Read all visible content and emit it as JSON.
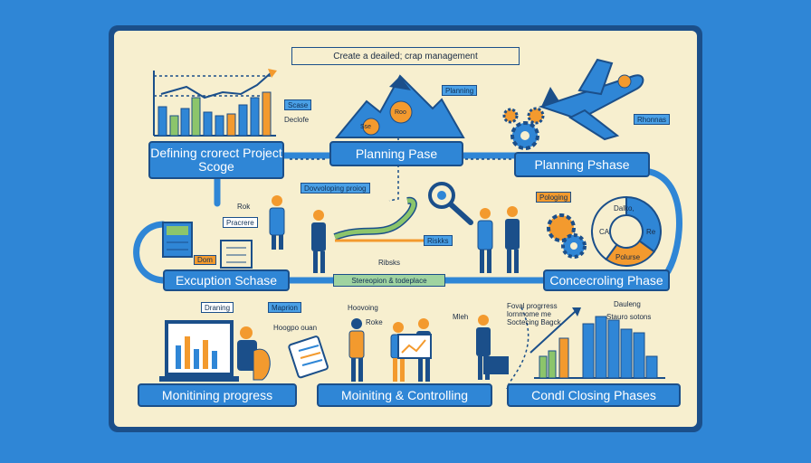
{
  "title": "Create a deailed; crap management",
  "phases": {
    "defining": "Defining crorect Project Scoge",
    "planning_pase": "Planning Pase",
    "planning_pshase": "Planning Pshase",
    "execution": "Excuption Schase",
    "concrolling": "Concecroling Phase",
    "monitoring_progress": "Monitining progress",
    "monitoring_controlling": "Moiniting & Controlling",
    "closing": "Condl Closing Phases"
  },
  "tags": {
    "scase": "Scase",
    "declofe": "Declofe",
    "planning": "Planning",
    "rhonnas": "Rhonnas",
    "developing": "Dovvoloping proiog",
    "rok": "Rok",
    "pracrere": "Pracrere",
    "dom": "Dom",
    "riskks": "Riskks",
    "ribsks": "Ribsks",
    "pologing": "Pologing",
    "stereopion": "Stereopion & todeplace",
    "draning": "Draning",
    "maprion": "Maprion",
    "hoogpo": "Hoogpo ouan",
    "hoovoing": "Hoovoing",
    "roke": "Roke",
    "mleh": "Mleh",
    "foval": "Foval progrress lornmome me Soctecing Bagck",
    "dauleng": "Dauleng",
    "stauro": "Stauro sotons",
    "sse": "Sse",
    "roo": "Roo"
  },
  "donut": {
    "labels": [
      "Dalko,",
      "CA",
      "Re",
      "Polurse"
    ],
    "values": [
      35,
      25,
      40
    ],
    "colors": [
      "#2f86d6",
      "#f39a2e",
      "#f7efcf"
    ]
  },
  "colors": {
    "background": "#2f86d6",
    "panel": "#f7efcf",
    "orange": "#f39a2e",
    "green": "#8cc56b",
    "navy": "#1b4f8a"
  }
}
